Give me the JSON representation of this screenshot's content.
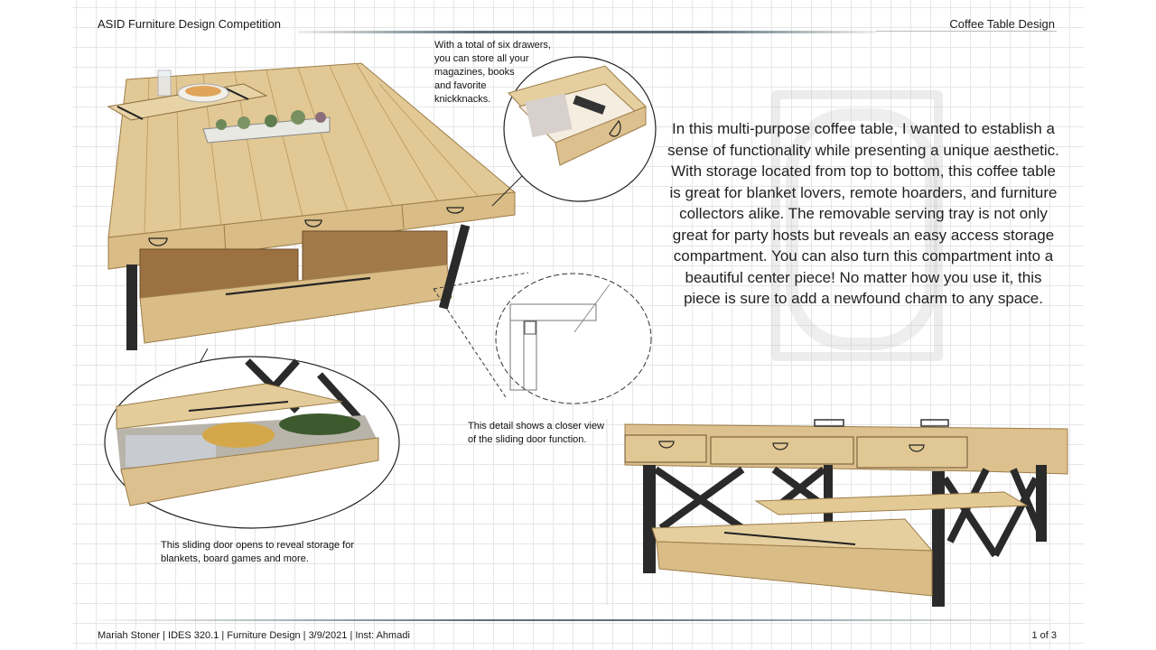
{
  "header": {
    "left_title": "ASID Furniture Design Competition",
    "right_title": "Coffee Table Design"
  },
  "main": {
    "description": "In this multi-purpose coffee table, I wanted to establish a sense of functionality while presenting a unique aesthetic. With storage located from top to bottom, this coffee table is great for blanket lovers, remote hoarders, and furniture collectors alike. The removable serving tray is not only great for party hosts but reveals an easy access storage compartment. You can also turn this compartment into a beautiful center piece! No matter how you use it, this piece is sure to add a newfound charm to any space.",
    "captions": {
      "drawers": [
        "With a total of six drawers,",
        "you can store all your",
        "magazines, books",
        "and favorite",
        "knickknacks."
      ],
      "sliding_detail": [
        "This detail shows a closer view",
        "of the sliding door function."
      ],
      "sliding_door": [
        "This sliding door opens to reveal storage for",
        "blankets, board games and more."
      ]
    },
    "images": {
      "main_render": "coffee-table-top-view",
      "drawer_detail": "open-drawer-with-magazines",
      "joint_detail": "sliding-door-section-drawing",
      "storage_detail": "sliding-door-open-blankets",
      "side_render": "coffee-table-side-view"
    }
  },
  "footer": {
    "credits": "Mariah Stoner | IDES 320.1 | Furniture Design | 3/9/2021 | Inst: Ahmadi",
    "page": "1 of 3"
  },
  "colors": {
    "wood": "#dcc08e",
    "wood_dark": "#b8985f",
    "metal": "#2a2a2a",
    "rule": "#5e7078",
    "grid": "#e6e6e6"
  }
}
